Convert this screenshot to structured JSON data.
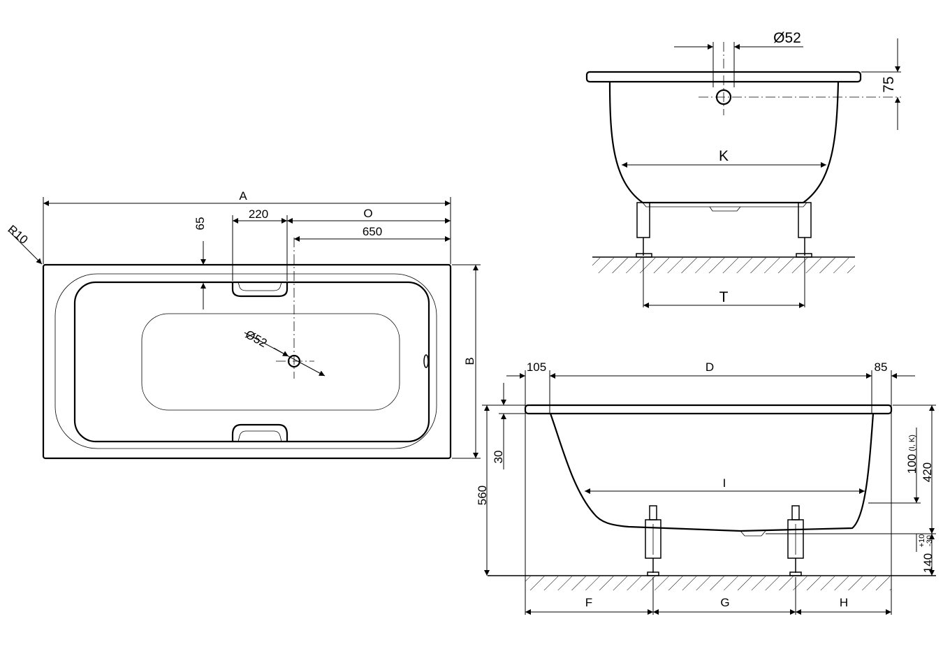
{
  "top_view": {
    "labels": {
      "overall_length": "A",
      "width": "B",
      "corner_radius": "R10",
      "handle_width": "220",
      "handle_offset": "O",
      "drain_offset": "650",
      "rim_to_handle": "65",
      "drain_diameter": "Ø52"
    }
  },
  "end_view": {
    "labels": {
      "overflow_diameter": "Ø52",
      "overflow_height": "75",
      "inner_width": "K",
      "feet_spacing": "T"
    }
  },
  "side_view": {
    "labels": {
      "rim_left": "105",
      "inner_length": "D",
      "rim_right": "85",
      "rim_thickness": "30",
      "total_height": "560",
      "bottom_length": "I",
      "overflow_height_label": "100",
      "overflow_note": "(I, K)",
      "depth": "420",
      "feet_height": "140",
      "tol_plus": "+10",
      "tol_minus": "-30",
      "foot_section_1": "F",
      "foot_section_2": "G",
      "foot_section_3": "H"
    }
  }
}
